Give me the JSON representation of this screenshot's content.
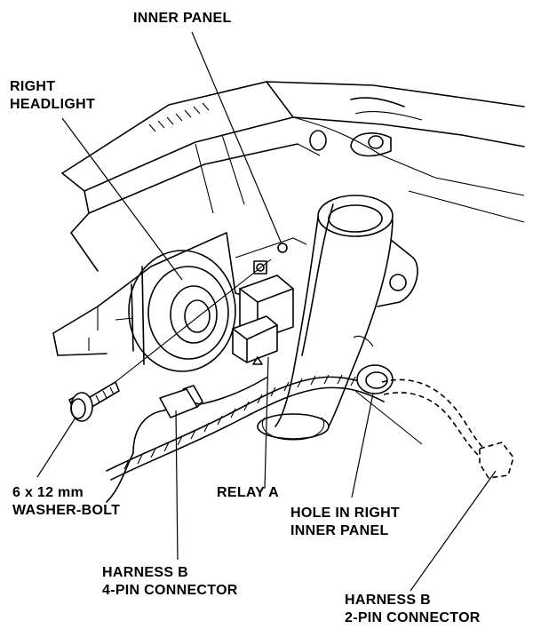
{
  "labels": {
    "inner_panel": "INNER PANEL",
    "right_headlight": [
      "RIGHT",
      "HEADLIGHT"
    ],
    "washer_bolt": [
      "6 x 12 mm",
      "WASHER-BOLT"
    ],
    "relay_a": "RELAY A",
    "hole": [
      "HOLE IN RIGHT",
      "INNER PANEL"
    ],
    "harness_4pin": [
      "HARNESS B",
      "4-PIN CONNECTOR"
    ],
    "harness_2pin": [
      "HARNESS B",
      "2-PIN CONNECTOR"
    ]
  }
}
